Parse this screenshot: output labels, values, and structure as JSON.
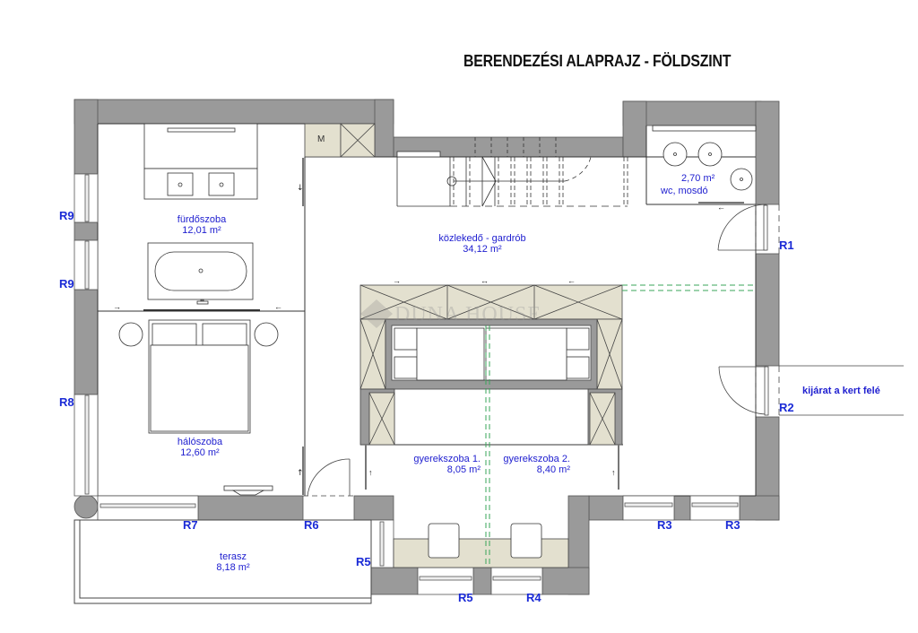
{
  "title": "BERENDEZÉSI ALAPRAJZ - FÖLDSZINT",
  "watermark": "DUNA HOUSE",
  "colors": {
    "wall": "#9a9a9a",
    "furniture": "#e3e0cf",
    "label": "#2020d0",
    "dashed_green": "#3aa55a"
  },
  "rooms": [
    {
      "name": "fürdőszoba",
      "area": "12,01 m²"
    },
    {
      "name": "közlekedő - gardrób",
      "area": "34,12 m²"
    },
    {
      "name": "wc, mosdó",
      "area": "2,70 m²"
    },
    {
      "name": "hálószoba",
      "area": "12,60 m²"
    },
    {
      "name": "gyerekszoba 1.",
      "area": "8,05 m²"
    },
    {
      "name": "gyerekszoba 2.",
      "area": "8,40 m²"
    },
    {
      "name": "terasz",
      "area": "8,18 m²"
    }
  ],
  "notes": {
    "exit": "kijárat a kert felé",
    "mechanical": "M"
  },
  "windows": [
    "R9",
    "R9",
    "R8",
    "R7",
    "R6",
    "R5",
    "R5",
    "R4",
    "R3",
    "R3",
    "R1",
    "R2"
  ]
}
